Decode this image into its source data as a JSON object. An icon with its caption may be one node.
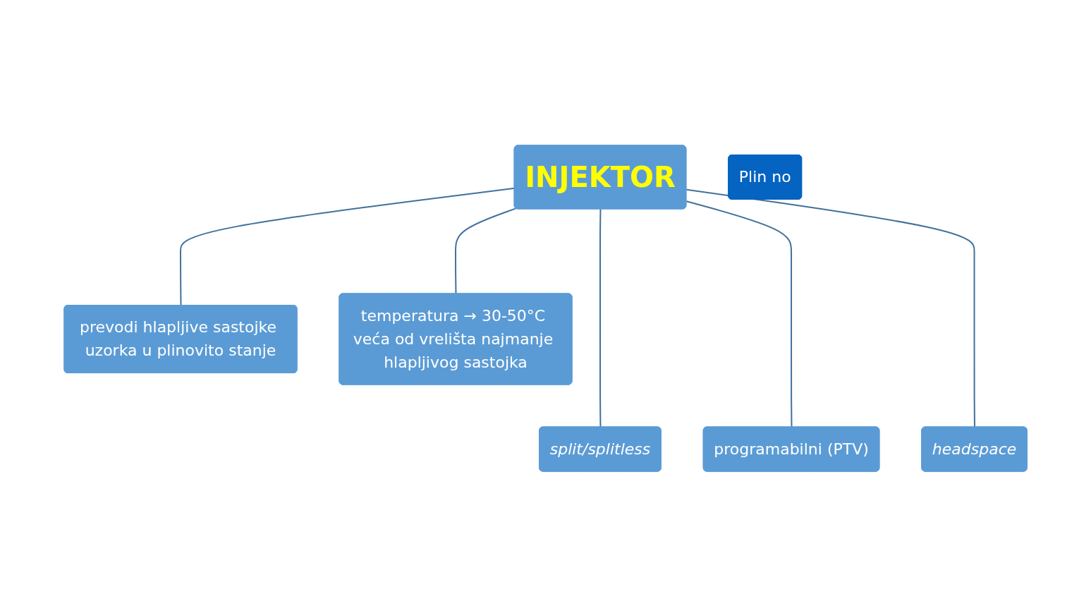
{
  "diagram": {
    "nodes": [
      {
        "text": [
          "INJEKTOR"
        ]
      },
      {
        "text": [
          "prevodi hlapljive sastojke uzorka u plinovito stanje"
        ]
      },
      {
        "text": [
          "temperatura → 30-50°C veća od vrelišta najmanje hlapljivog sastojka"
        ]
      },
      {
        "text": [
          "split/splitless"
        ]
      },
      {
        "text": [
          "programabilni (PTV)"
        ]
      },
      {
        "text": [
          "headspace"
        ]
      },
      {
        "text": [
          "Plin no"
        ]
      }
    ],
    "edges": [
      {
        "from": 0,
        "to": 1,
        "arrow": "none"
      },
      {
        "from": 0,
        "to": 2,
        "arrow": "none"
      },
      {
        "from": 0,
        "to": 3,
        "arrow": "none"
      },
      {
        "from": 0,
        "to": 4,
        "arrow": "none"
      },
      {
        "from": 0,
        "to": 5,
        "arrow": "none"
      }
    ]
  }
}
